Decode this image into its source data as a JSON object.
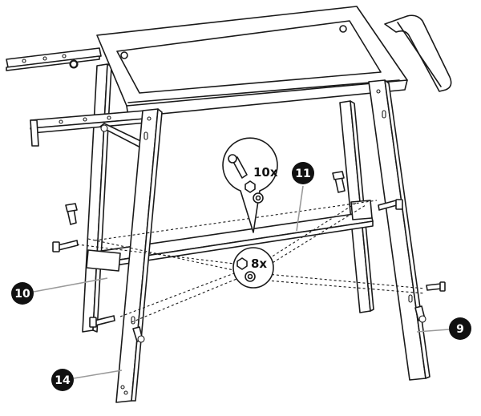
{
  "callouts": [
    {
      "id": "part-9",
      "label": "9"
    },
    {
      "id": "part-10",
      "label": "10"
    },
    {
      "id": "part-11",
      "label": "11"
    },
    {
      "id": "part-14",
      "label": "14"
    }
  ],
  "hardware": [
    {
      "id": "bolt-set",
      "quantity": "10x"
    },
    {
      "id": "nut-set",
      "quantity": "8x"
    }
  ],
  "colors": {
    "line": "#1a1a1a",
    "leader": "#9a9a9a",
    "badge": "#111111"
  }
}
